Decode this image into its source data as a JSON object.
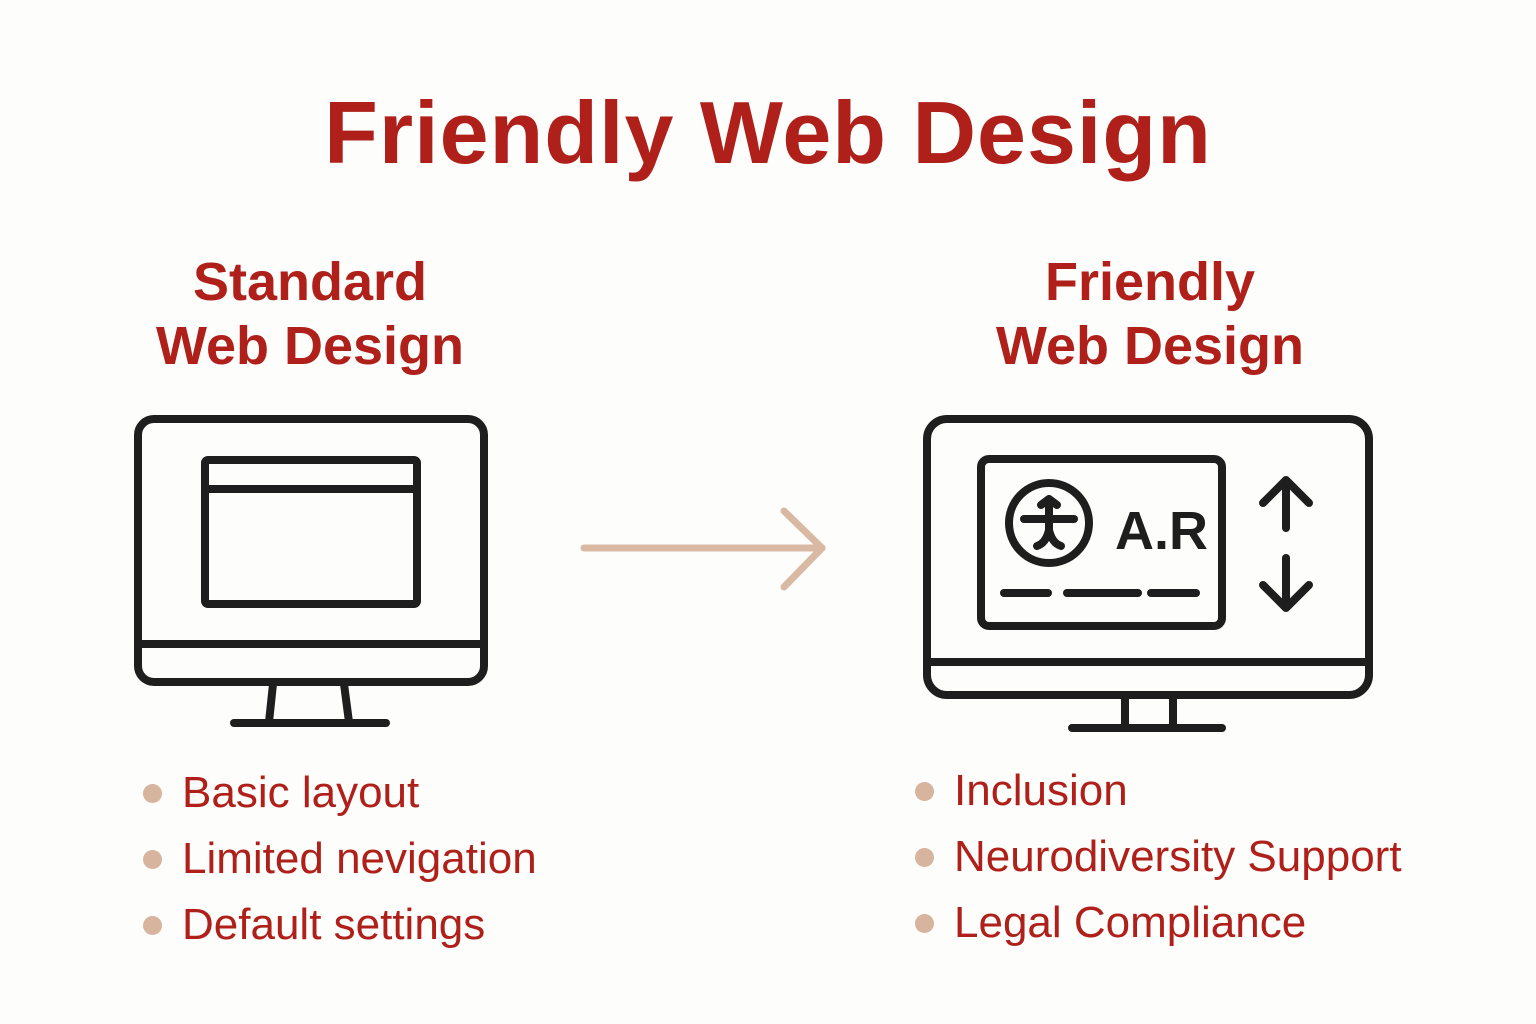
{
  "title": "Friendly Web Design",
  "left": {
    "heading_line1": "Standard",
    "heading_line2": "Web Design",
    "items": [
      "Basic layout",
      "Limited nevigation",
      "Default settings"
    ]
  },
  "right": {
    "heading_line1": "Friendly",
    "heading_line2": "Web Design",
    "items": [
      "Inclusion",
      "Neurodiversity Support",
      "Legal Compliance"
    ],
    "screen_text": "A.R"
  },
  "colors": {
    "accent": "#b0201a",
    "bullet": "#d6b49e",
    "arrow": "#d9b9a3",
    "stroke": "#1e1e1e"
  },
  "icons": [
    "standard-monitor-icon",
    "friendly-monitor-icon",
    "right-arrow-icon",
    "accessibility-icon",
    "scroll-arrows-icon"
  ]
}
